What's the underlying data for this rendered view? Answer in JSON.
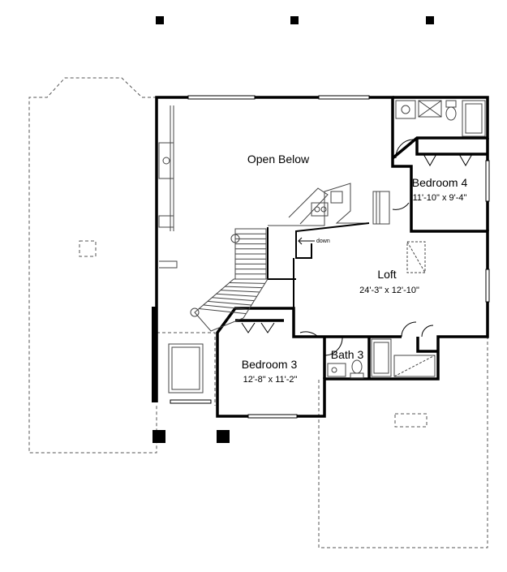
{
  "rooms": {
    "open_below": {
      "name": "Open Below"
    },
    "bedroom4": {
      "name": "Bedroom 4",
      "dims": "11'-10\" x 9'-4\""
    },
    "loft": {
      "name": "Loft",
      "dims": "24'-3\" x 12'-10\""
    },
    "bedroom3": {
      "name": "Bedroom 3",
      "dims": "12'-8\" x 11'-2\""
    },
    "bath3": {
      "name": "Bath 3"
    }
  },
  "stairs": {
    "label": "down"
  },
  "colors": {
    "wall": "#000000",
    "dashed": "#555555",
    "fixture": "#444444"
  }
}
